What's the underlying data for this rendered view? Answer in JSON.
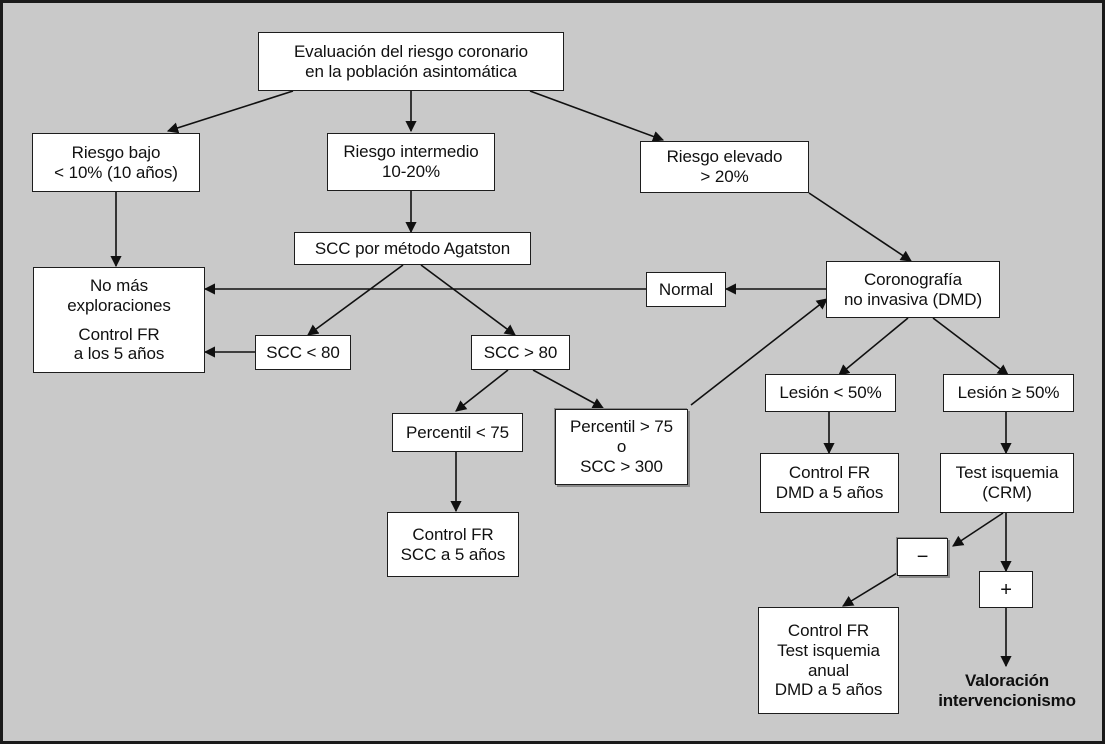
{
  "diagram": {
    "title": "Evaluación del riesgo coronario en la población asintomática",
    "background_color": "#c9c9c9",
    "border_color": "#1a1a1a",
    "node_fill": "#ffffff",
    "line_color": "#101010"
  },
  "nodes": {
    "root": {
      "line1": "Evaluación del riesgo coronario",
      "line2": "en la población asintomática"
    },
    "riesgo_bajo": {
      "line1": "Riesgo bajo",
      "line2": "< 10% (10 años)"
    },
    "riesgo_intermedio": {
      "line1": "Riesgo intermedio",
      "line2": "10-20%"
    },
    "riesgo_elevado": {
      "line1": "Riesgo elevado",
      "line2": "> 20%"
    },
    "scc_agatston": {
      "line1": "SCC por método Agatston"
    },
    "no_mas_exploraciones": {
      "line1": "No más",
      "line2": "exploraciones",
      "line3": "Control FR",
      "line4": "a los 5 años"
    },
    "normal": {
      "line1": "Normal"
    },
    "coronografia": {
      "line1": "Coronografía",
      "line2": "no invasiva (DMD)"
    },
    "scc_menor_80": {
      "line1": "SCC < 80"
    },
    "scc_mayor_80": {
      "line1": "SCC > 80"
    },
    "percentil_menor_75": {
      "line1": "Percentil < 75"
    },
    "percentil_mayor_75": {
      "line1": "Percentil > 75",
      "line2": "o",
      "line3": "SCC > 300"
    },
    "control_fr_scc": {
      "line1": "Control FR",
      "line2": "SCC a 5 años"
    },
    "lesion_menor_50": {
      "line1": "Lesión < 50%"
    },
    "lesion_mayor_50": {
      "line1": "Lesión ≥ 50%"
    },
    "control_fr_dmd": {
      "line1": "Control FR",
      "line2": "DMD a 5 años"
    },
    "test_isquemia": {
      "line1": "Test isquemia",
      "line2": "(CRM)"
    },
    "negativo": {
      "symbol": "−"
    },
    "positivo": {
      "symbol": "+"
    },
    "control_fr_test_isquemia": {
      "line1": "Control FR",
      "line2": "Test isquemia",
      "line3": "anual",
      "line4": "DMD a 5 años"
    },
    "valoracion": {
      "line1": "Valoración",
      "line2": "intervencionismo"
    }
  }
}
